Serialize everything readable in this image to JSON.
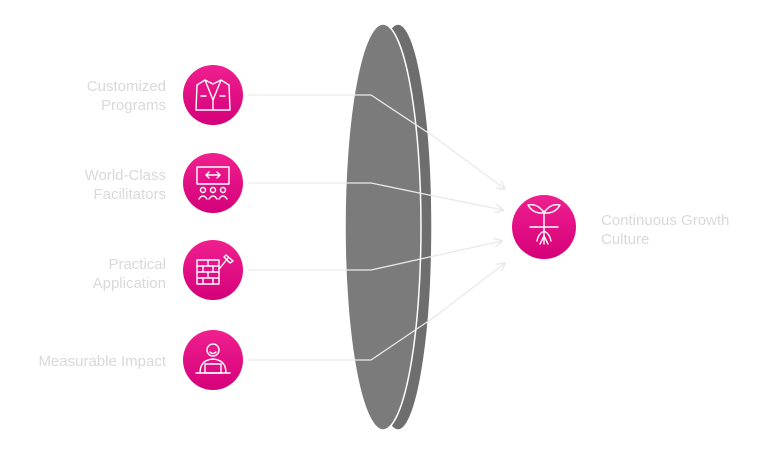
{
  "diagram": {
    "inputs": [
      {
        "label": "Customized\nPrograms",
        "icon": "blazer-icon"
      },
      {
        "label": "World-Class\nFacilitators",
        "icon": "presentation-audience-icon"
      },
      {
        "label": "Practical\nApplication",
        "icon": "brick-wall-trowel-icon"
      },
      {
        "label": "Measurable Impact",
        "icon": "person-podium-icon"
      }
    ],
    "output": {
      "label": "Continuous Growth\nCulture",
      "icon": "sprout-roots-icon"
    },
    "colors": {
      "node_gradient_top": "#f0208f",
      "node_gradient_bottom": "#d4007a",
      "lens": "#7b7b7b",
      "lens_rim": "#6e6e6e",
      "lines": "#e9e9e9",
      "label_text": "#d9d9d9",
      "icon_stroke": "#ffffff"
    }
  }
}
